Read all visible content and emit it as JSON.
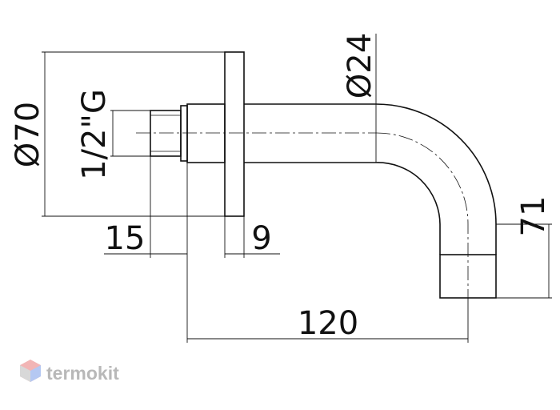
{
  "dimensions": {
    "flange_diameter": "Ø70",
    "thread": "1/2\"G",
    "thread_length": "15",
    "flange_thickness": "9",
    "pipe_diameter": "Ø24",
    "spout_height": "71",
    "overall_length": "120"
  },
  "watermark": {
    "brand": "termokit"
  },
  "colors": {
    "line": "#111111",
    "watermark": "#b8b8b8",
    "logo_red": "#f2b5b5",
    "logo_blue": "#b5c8f2"
  }
}
